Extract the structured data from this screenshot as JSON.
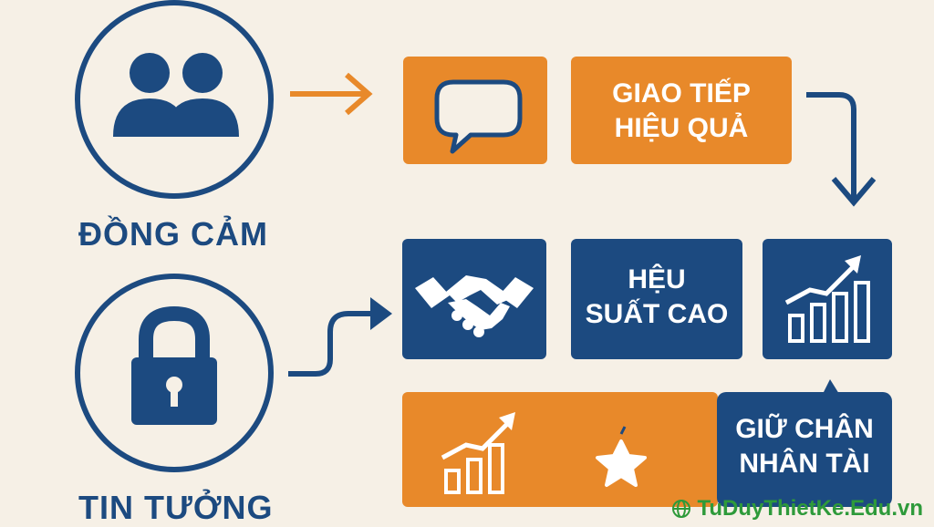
{
  "nodes": {
    "empathy": {
      "label": "ĐỒNG CẢM",
      "icon": "users-icon"
    },
    "trust": {
      "label": "TIN TƯỞNG",
      "icon": "lock-icon"
    },
    "communication": {
      "label": "GIAO TIẾP\nHIỆU QUẢ",
      "icon": "speech-bubble-icon"
    },
    "collaboration": {
      "icon": "handshake-icon"
    },
    "performance": {
      "label": "HỆU\nSUẤT CAO"
    },
    "growth": {
      "icon": "growth-chart-icon"
    },
    "retention": {
      "label": "GIỮ CHÂN\nNHÂN TÀI",
      "icons": [
        "growth-chart-icon",
        "star-icon"
      ]
    }
  },
  "colors": {
    "navy": "#1c4a80",
    "orange": "#e8892a",
    "background": "#f6f0e6",
    "watermark": "#2e9a3a"
  },
  "watermark": {
    "text": "TuDuyThietKe.Edu.vn",
    "icon": "globe-icon"
  }
}
